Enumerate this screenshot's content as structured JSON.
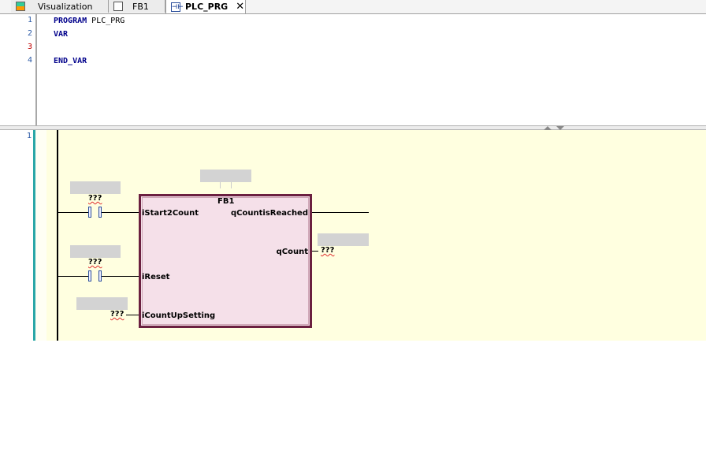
{
  "tabs": [
    {
      "label": "Visualization",
      "icon": "visualization-icon"
    },
    {
      "label": "FB1",
      "icon": "function-block-icon"
    },
    {
      "label": "PLC_PRG",
      "icon": "program-icon",
      "active": true
    }
  ],
  "declaration": {
    "line_numbers": [
      "1",
      "2",
      "3",
      "4"
    ],
    "lines": {
      "l1_kw": "PROGRAM",
      "l1_name": " PLC_PRG",
      "l2": "VAR",
      "l4": "END_VAR"
    }
  },
  "ladder": {
    "network_number": "1",
    "fb_instance_name": "FB1",
    "inputs": [
      {
        "pin": "iStart2Count",
        "variable": "???"
      },
      {
        "pin": "iReset",
        "variable": "???"
      },
      {
        "pin": "iCountUpSetting",
        "variable": "???"
      }
    ],
    "outputs": [
      {
        "pin": "qCountisReached"
      },
      {
        "pin": "qCount",
        "variable": "???"
      }
    ]
  },
  "colors": {
    "ladder_bg": "#ffffe0",
    "fb_fill": "#f5e0e9",
    "fb_border": "#6b2040",
    "keyword": "#00008b",
    "gutter_accent": "#2aa7a7"
  }
}
